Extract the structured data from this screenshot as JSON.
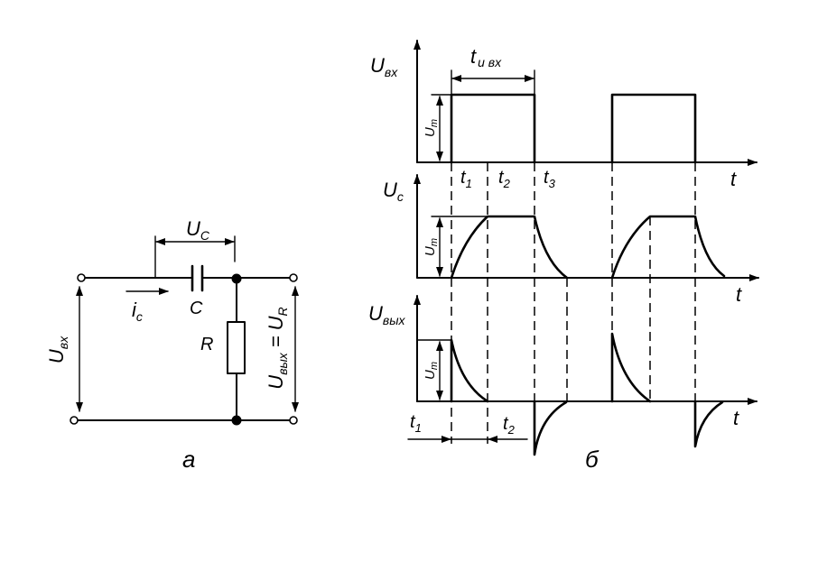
{
  "circuit": {
    "panel_label": "а",
    "input_voltage": {
      "symbol": "U",
      "sub": "вх"
    },
    "output_voltage": {
      "symbol": "U",
      "sub": "вых",
      "equals": "=",
      "symbol_r": "U",
      "sub_r": "R"
    },
    "capacitor_voltage": {
      "symbol": "U",
      "sub": "C"
    },
    "current": {
      "symbol": "i",
      "sub": "c"
    },
    "capacitor_label": "C",
    "resistor_label": "R"
  },
  "timing": {
    "panel_label": "б",
    "input_graph": {
      "y_label": {
        "symbol": "U",
        "sub": "вх"
      },
      "x_label": "t",
      "amplitude": {
        "symbol": "U",
        "sub": "m"
      },
      "pulse_width": {
        "symbol": "t",
        "sub": "и вх"
      },
      "markers": [
        {
          "symbol": "t",
          "sub": "1"
        },
        {
          "symbol": "t",
          "sub": "2"
        },
        {
          "symbol": "t",
          "sub": "3"
        }
      ]
    },
    "capacitor_graph": {
      "y_label": {
        "symbol": "U",
        "sub": "c"
      },
      "x_label": "t",
      "amplitude": {
        "symbol": "U",
        "sub": "m"
      }
    },
    "output_graph": {
      "y_label": {
        "symbol": "U",
        "sub": "вых"
      },
      "x_label": "t",
      "amplitude": {
        "symbol": "U",
        "sub": "m"
      },
      "intervals": [
        {
          "symbol": "t",
          "sub": "1"
        },
        {
          "symbol": "t",
          "sub": "2"
        }
      ]
    }
  }
}
